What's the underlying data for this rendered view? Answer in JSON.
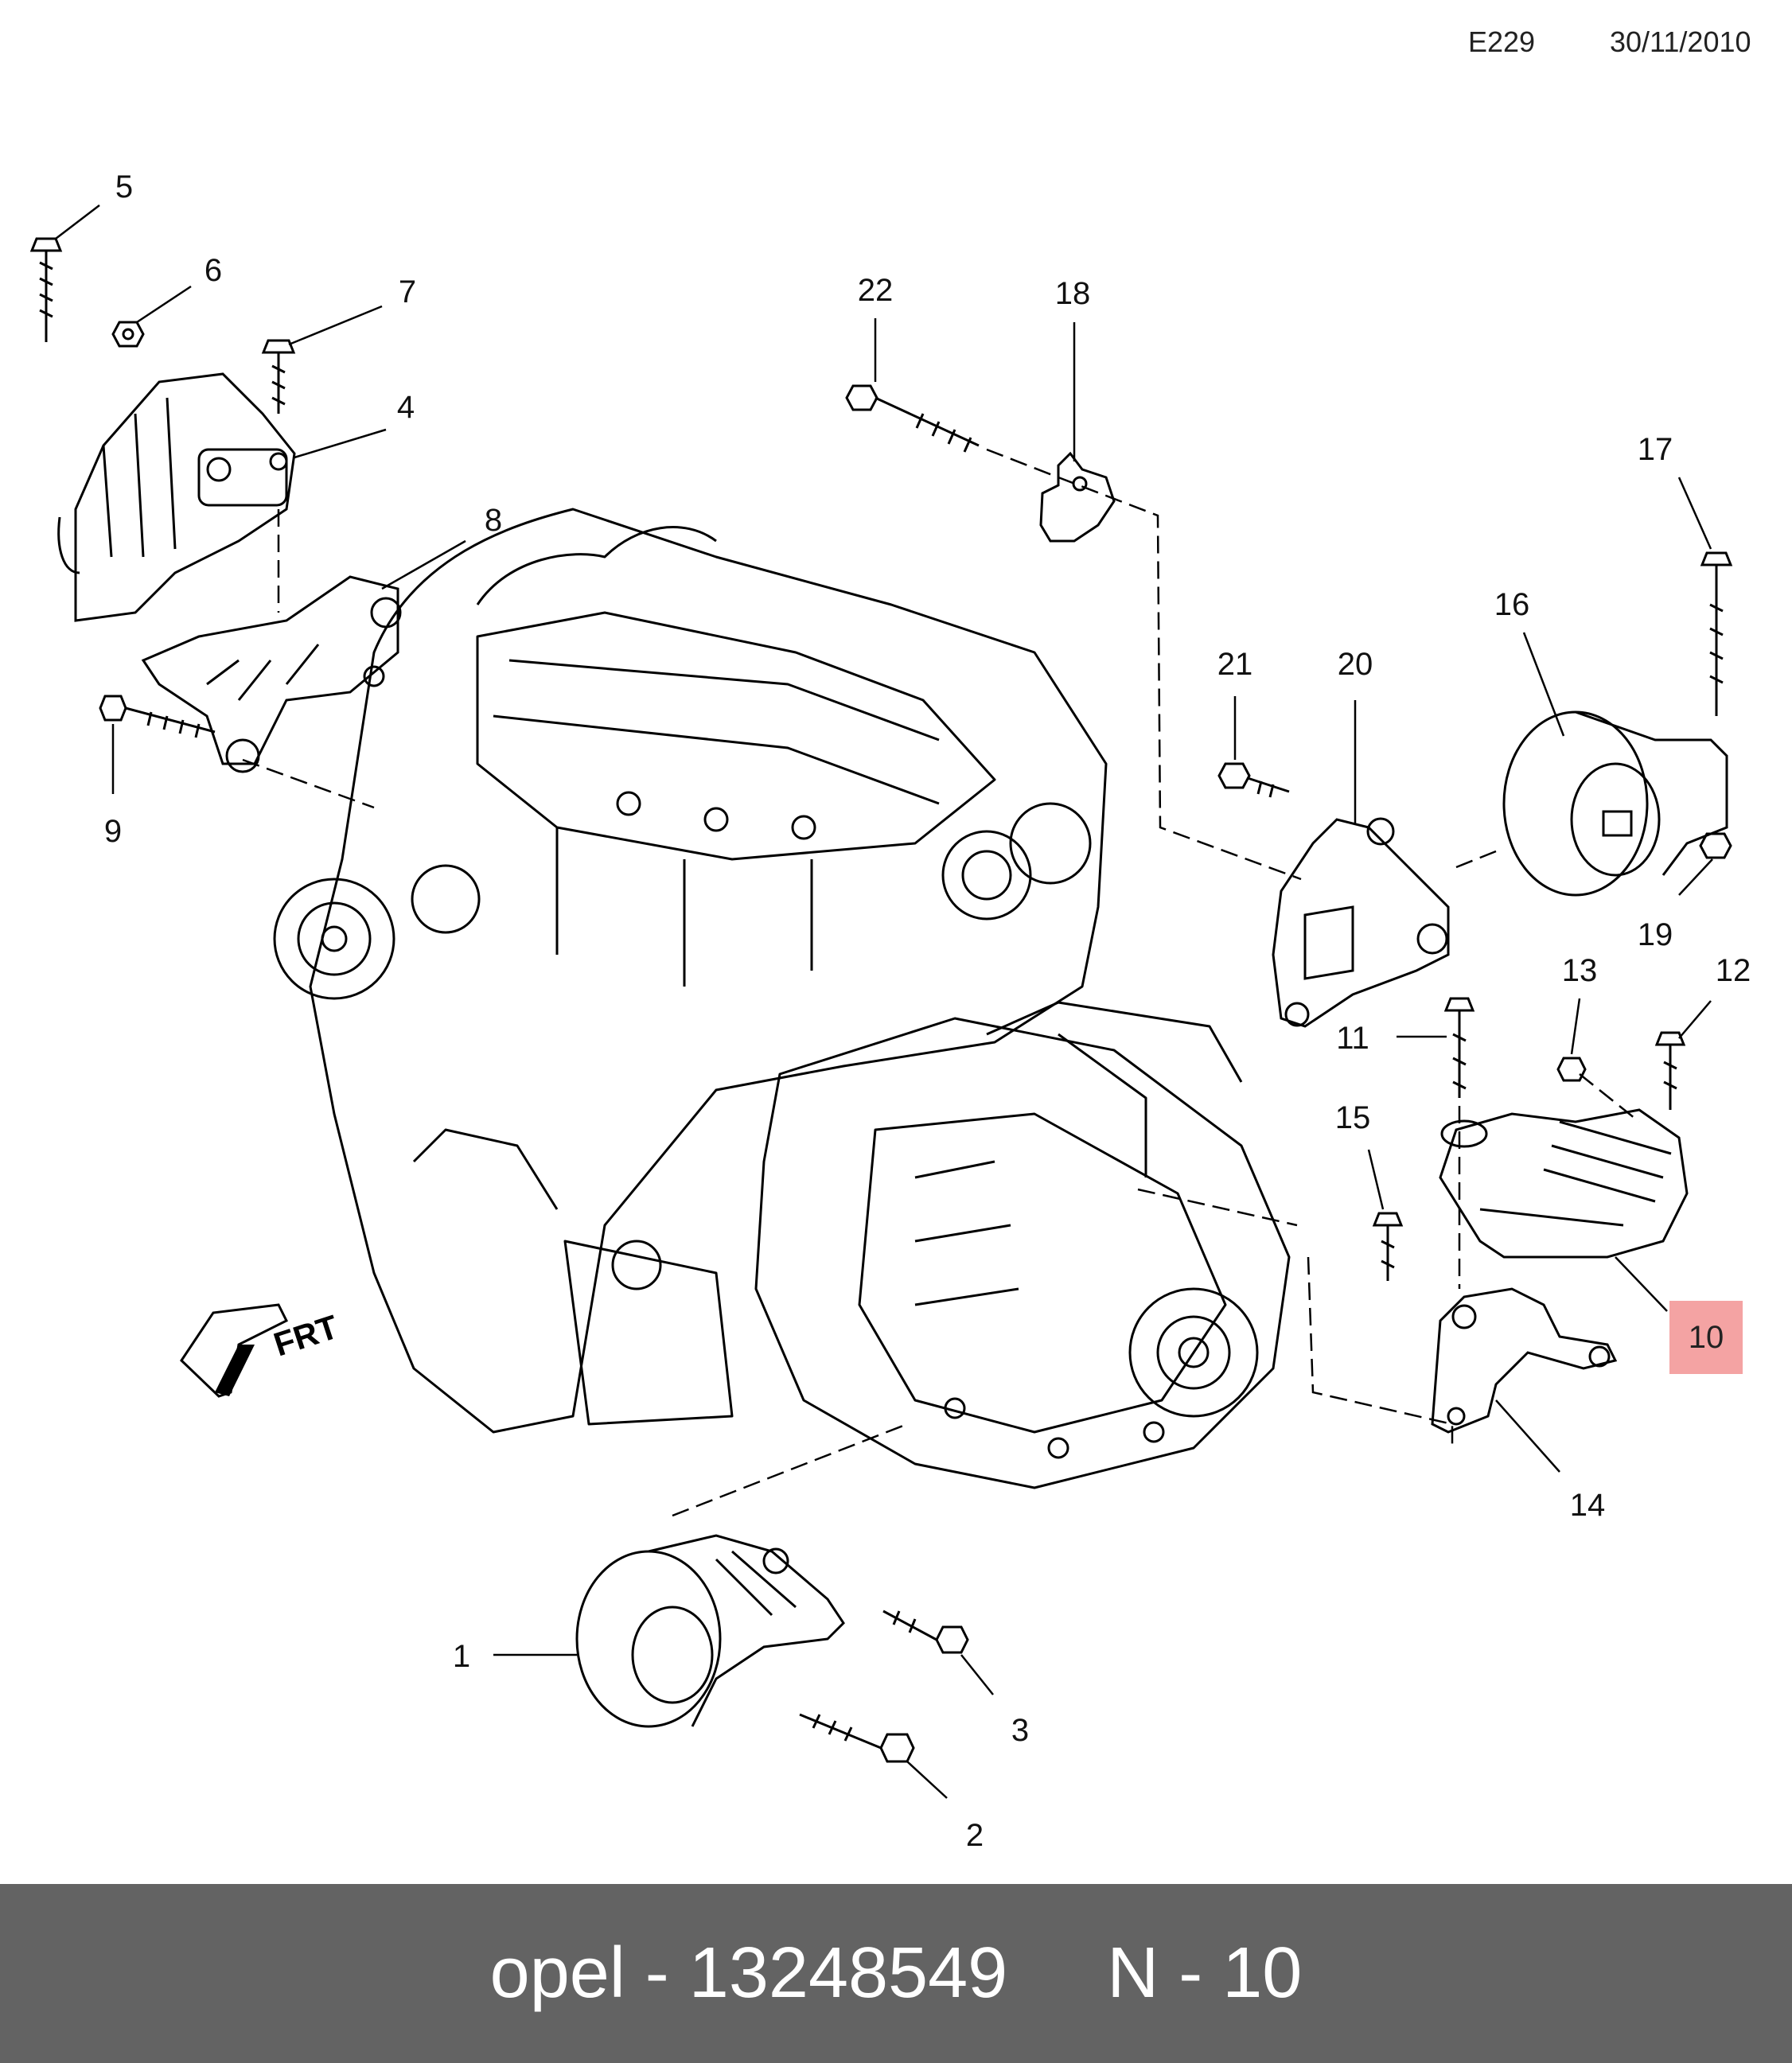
{
  "header": {
    "page_code": "E229",
    "date": "30/11/2010"
  },
  "diagram": {
    "direction_label": "FRT",
    "callouts": [
      "1",
      "2",
      "3",
      "4",
      "5",
      "6",
      "7",
      "8",
      "9",
      "10",
      "11",
      "12",
      "13",
      "14",
      "15",
      "16",
      "17",
      "18",
      "19",
      "20",
      "21",
      "22"
    ],
    "highlighted_callout": "10",
    "highlight_color": "#f4a3a3"
  },
  "footer": {
    "brand": "opel",
    "part_number": "13248549",
    "position": "N - 10",
    "background": "#636363"
  }
}
